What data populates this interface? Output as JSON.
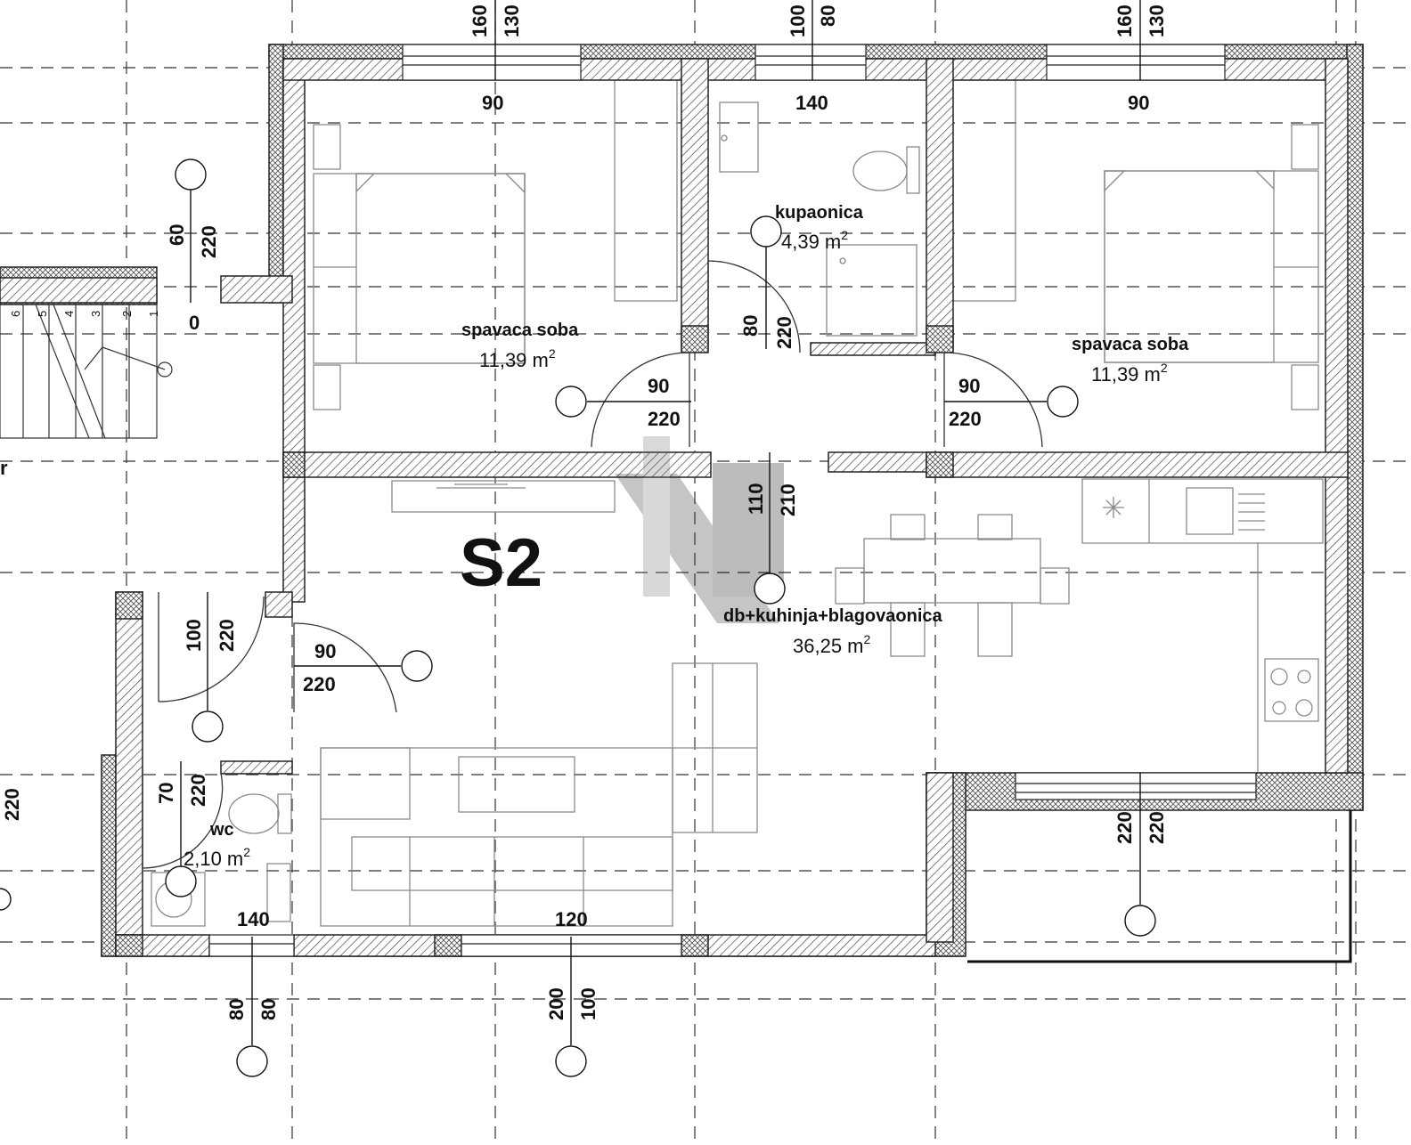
{
  "plan": {
    "unit_label": "S2",
    "rooms": [
      {
        "id": "bed1",
        "name": "spavaca soba",
        "area": "11,39 m"
      },
      {
        "id": "bath",
        "name": "kupaonica",
        "area": "4,39 m"
      },
      {
        "id": "bed2",
        "name": "spavaca soba",
        "area": "11,39 m"
      },
      {
        "id": "living",
        "name": "db+kuhinja+blagovaonica",
        "area": "36,25 m"
      },
      {
        "id": "wc",
        "name": "wc",
        "area": "2,10 m"
      }
    ],
    "area_superscript": "2",
    "stair_steps": [
      "6",
      "5",
      "4",
      "3",
      "2",
      "1"
    ],
    "stair_left_label": "r",
    "top_window": {
      "left_w": "90",
      "left_a": "160",
      "left_b": "130",
      "mid_w": "140",
      "mid_a": "100",
      "mid_b": "80",
      "right_w": "90",
      "right_a": "160",
      "right_b": "130"
    },
    "corridor_opening": {
      "a": "60",
      "b": "220",
      "c": "0"
    },
    "bath_door": {
      "w": "80",
      "h": "220"
    },
    "bed1_door": {
      "w": "90",
      "h": "220"
    },
    "bed2_door": {
      "w": "90",
      "h": "220"
    },
    "passage": {
      "w": "110",
      "h": "210"
    },
    "entry_opening": {
      "w": "100",
      "h": "220"
    },
    "entry_door": {
      "w": "90",
      "h": "220"
    },
    "wc_door": {
      "w": "70",
      "h": "220"
    },
    "left_edge_label": "220",
    "balcony_door": {
      "a": "220",
      "b": "220"
    },
    "bottom_windows": {
      "wc_w": "140",
      "wc_a": "80",
      "wc_b": "80",
      "living_w": "120",
      "living_a": "200",
      "living_b": "100"
    }
  }
}
